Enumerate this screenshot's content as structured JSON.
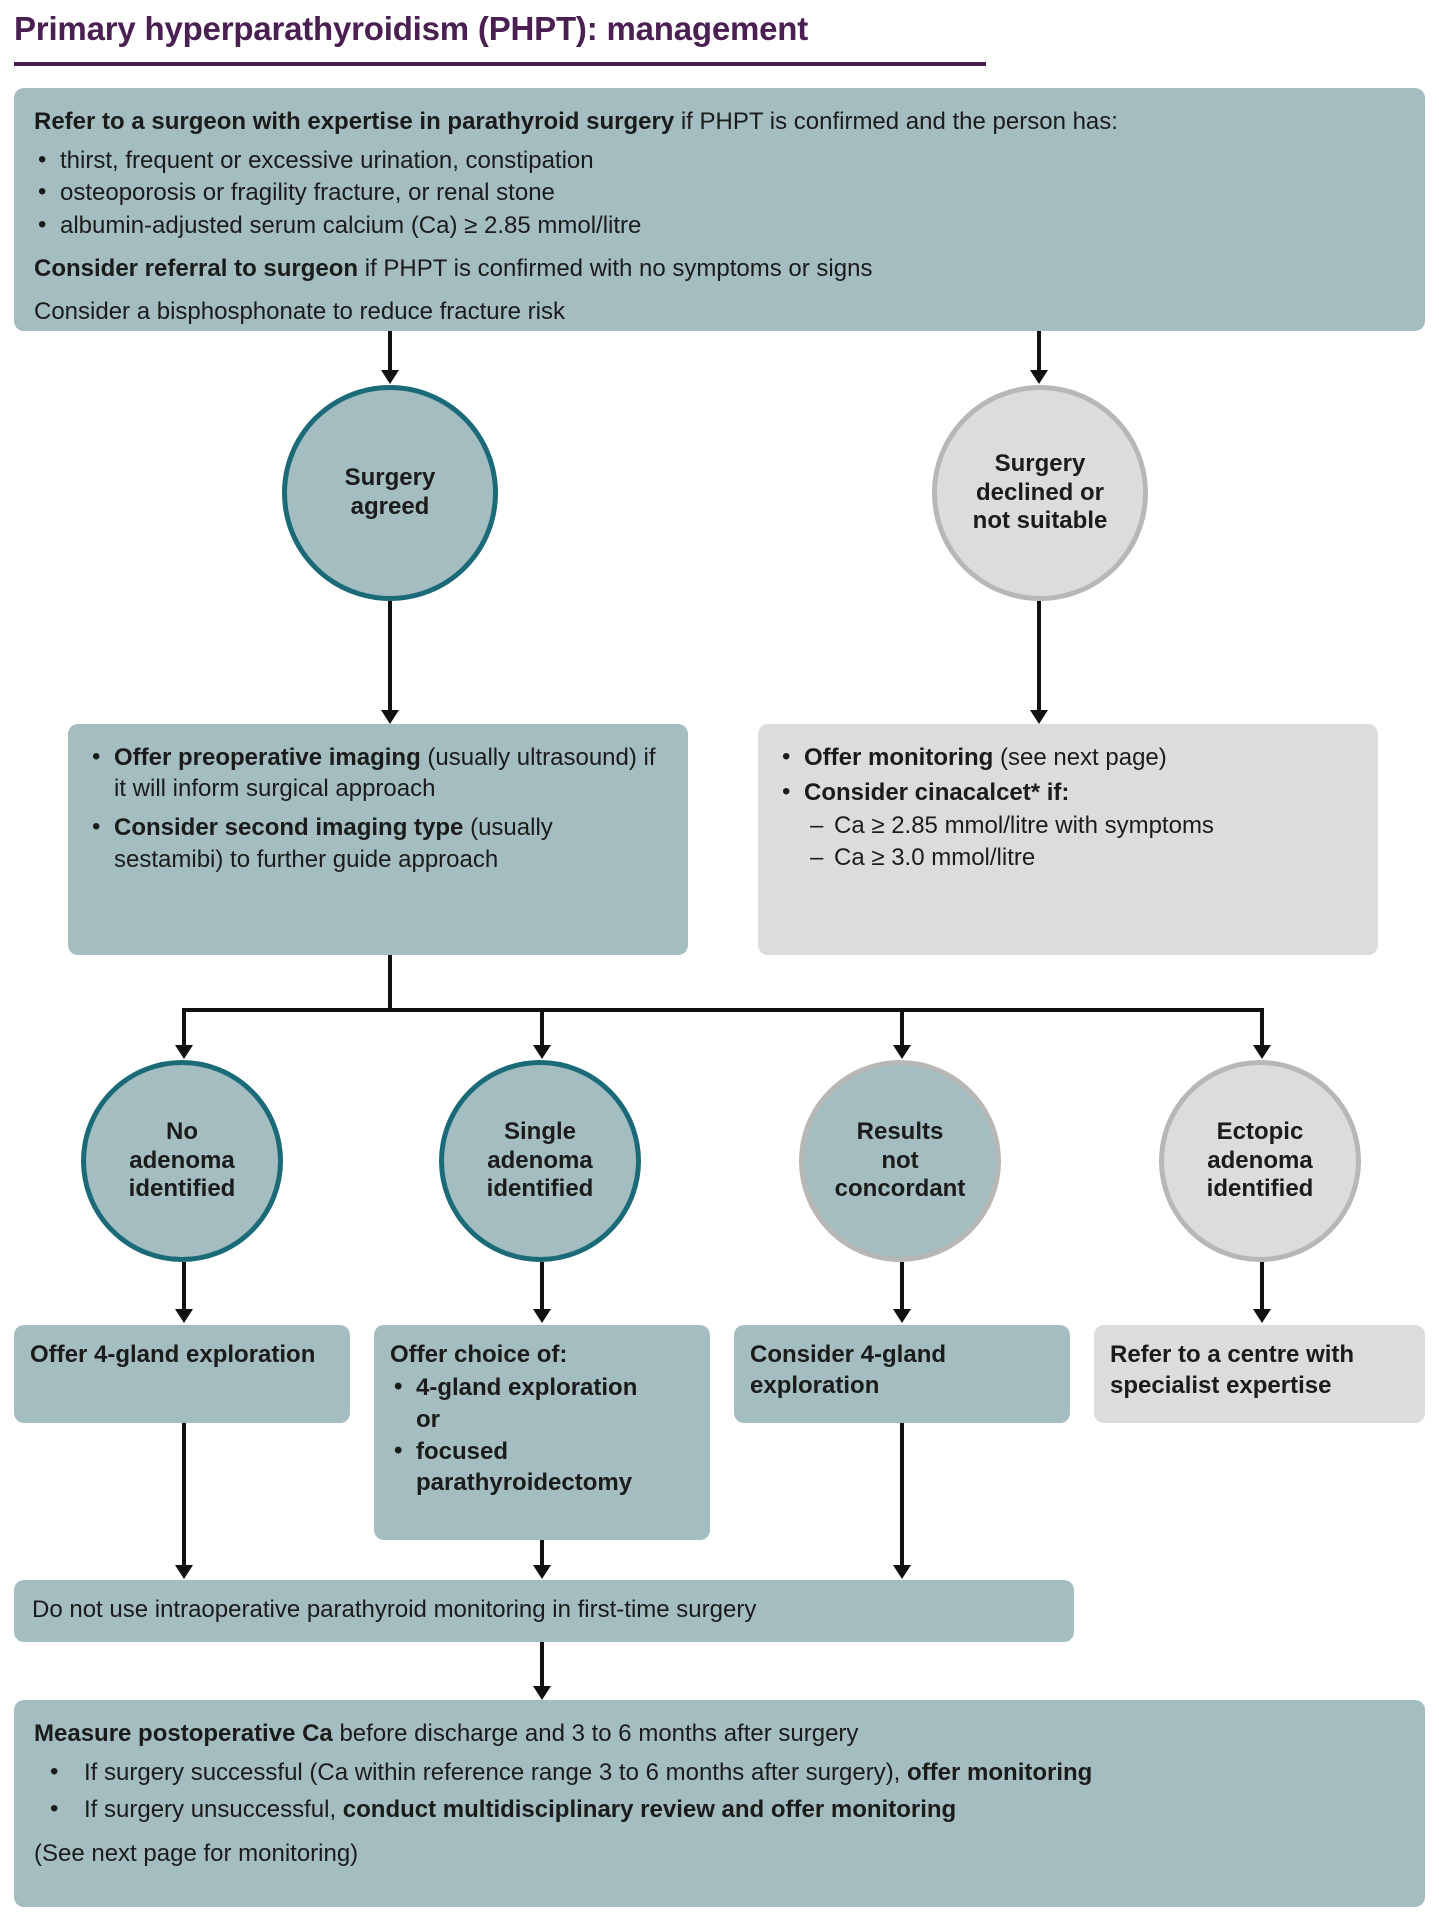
{
  "page": {
    "title": "Primary hyperparathyroidism (PHPT): management",
    "accent_color": "#4a1f52",
    "teal_fill": "#a3bdc1",
    "teal_border": "#1b6a77",
    "grey_fill": "#dcdcda",
    "grey_border": "#b7b7b5",
    "connector_color": "#111111"
  },
  "referral_box": {
    "heading_bold": "Refer to a surgeon with expertise in parathyroid surgery",
    "heading_rest": " if PHPT is confirmed and the person has:",
    "bullets": [
      "thirst, frequent or excessive urination, constipation",
      "osteoporosis or fragility fracture, or renal stone",
      "albumin-adjusted serum calcium (Ca) ≥ 2.85 mmol/litre"
    ],
    "line2_bold": "Consider referral to surgeon",
    "line2_rest": " if PHPT is confirmed with no symptoms or signs",
    "line3": "Consider a bisphosphonate to reduce fracture risk"
  },
  "decision_circles": {
    "surgery_agreed": "Surgery\nagreed",
    "surgery_declined": "Surgery\ndeclined or\nnot suitable"
  },
  "imaging_box": {
    "bullets": [
      {
        "bold": "Offer preoperative imaging",
        "rest": " (usually ultrasound) if it will inform surgical approach"
      },
      {
        "bold": "Consider second imaging type",
        "rest": " (usually sestamibi) to further guide approach"
      }
    ]
  },
  "monitoring_box": {
    "bullets": [
      {
        "bold": "Offer monitoring",
        "rest": " (see next page)"
      },
      {
        "bold": "Consider cinacalcet* if:",
        "rest": ""
      }
    ],
    "sub_bullets": [
      "Ca ≥ 2.85 mmol/litre with symptoms",
      "Ca ≥ 3.0 mmol/litre"
    ]
  },
  "result_circles": [
    {
      "label": "No\nadenoma\nidentified",
      "style": "teal"
    },
    {
      "label": "Single\nadenoma\nidentified",
      "style": "teal"
    },
    {
      "label": "Results\nnot\nconcordant",
      "style": "tealgrey"
    },
    {
      "label": "Ectopic\nadenoma\nidentified",
      "style": "grey"
    }
  ],
  "action_boxes": [
    {
      "text": "Offer 4-gland exploration",
      "style": "teal"
    },
    {
      "heading": "Offer choice of:",
      "bullets": [
        "4-gland exploration",
        "focused parathyroidectomy"
      ],
      "between": "or",
      "style": "teal"
    },
    {
      "text": "Consider 4-gland exploration",
      "style": "teal"
    },
    {
      "text": "Refer to a centre with specialist expertise",
      "style": "grey"
    }
  ],
  "monitoring_note": {
    "text": "Do not use intraoperative parathyroid monitoring in first-time surgery"
  },
  "postop_box": {
    "heading_bold": "Measure postoperative Ca",
    "heading_rest": " before discharge and 3 to 6 months after surgery",
    "bullets": [
      {
        "rest1": "If surgery successful (Ca within reference range 3 to 6 months after surgery), ",
        "bold": "offer monitoring",
        "rest2": ""
      },
      {
        "rest1": "If surgery unsuccessful, ",
        "bold": "conduct multidisciplinary review and offer monitoring",
        "rest2": ""
      }
    ],
    "footer": "(See next page for monitoring)"
  }
}
